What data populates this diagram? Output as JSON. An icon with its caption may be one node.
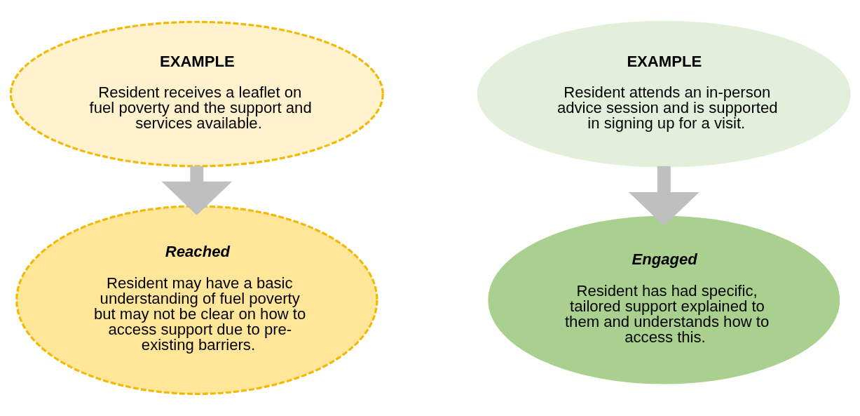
{
  "diagram": {
    "nodes": [
      {
        "text": [
          "EXAMPLE",
          "Resident receives a leaflet on fuel poverty and the support and services available."
        ]
      },
      {
        "text": [
          "Reached",
          "Resident may have a basic understanding of fuel poverty but may not be clear on how to access support due to pre-existing barriers."
        ]
      },
      {
        "text": [
          "EXAMPLE",
          "Resident attends an in-person advice session and is supported in signing up for a visit."
        ]
      },
      {
        "text": [
          "Engaged",
          "Resident has had specific, tailored support explained to them and understands how to access this."
        ]
      }
    ],
    "edges": [
      {
        "from": 0,
        "to": 1,
        "arrow": "to"
      },
      {
        "from": 2,
        "to": 3,
        "arrow": "to"
      }
    ]
  }
}
